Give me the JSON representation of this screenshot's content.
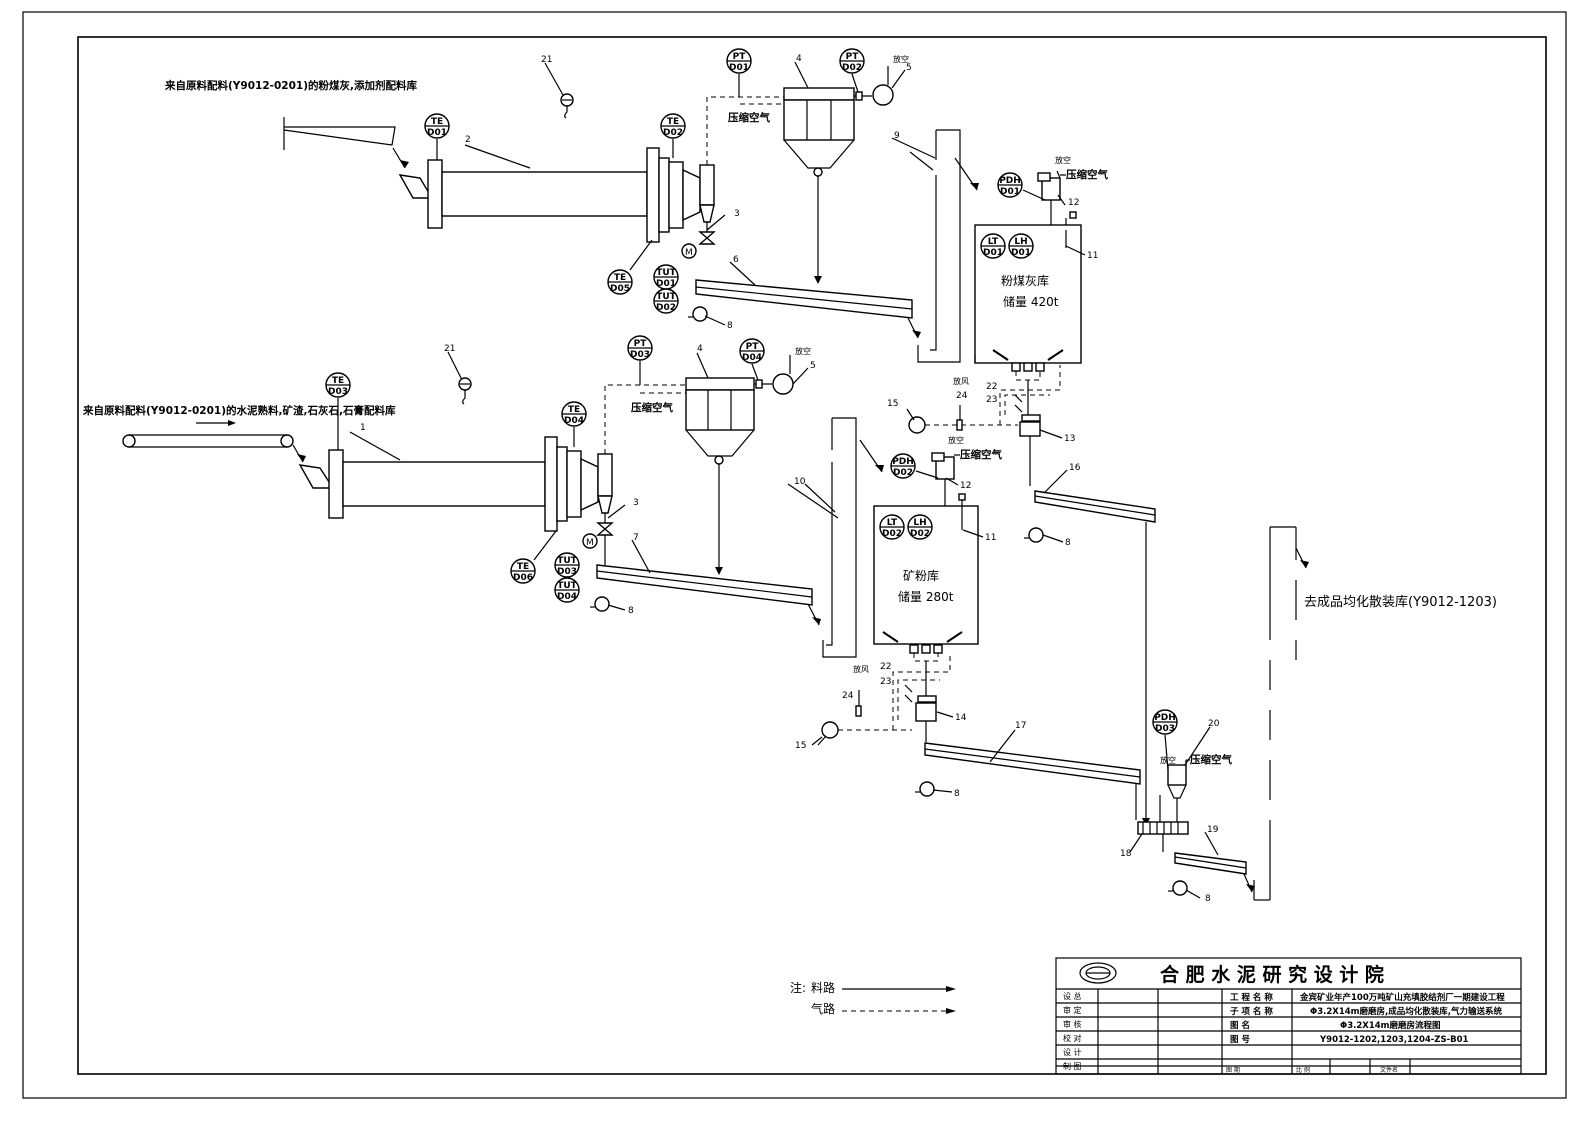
{
  "diagram": {
    "inputs": {
      "top": "来自原料配料(Y9012-0201)的粉煤灰,添加剂配料库",
      "bottom": "来自原料配料(Y9012-0201)的水泥熟料,矿渣,石灰石,石膏配料库"
    },
    "output": "去成品均化散装库(Y9012-1203)",
    "air_label": "压缩空气",
    "vent_label": "放空",
    "bleed_label": "放风",
    "silos": [
      {
        "name": "粉煤灰库",
        "capacity": "储量  420t"
      },
      {
        "name": "矿粉库",
        "capacity": "储量  280t"
      }
    ],
    "instruments": {
      "te_d01": "TE|D01",
      "te_d02": "TE|D02",
      "te_d03": "TE|D03",
      "te_d04": "TE|D04",
      "te_d05": "TE|D05",
      "te_d06": "TE|D06",
      "tut_d01": "TUT|D01",
      "tut_d02": "TUT|D02",
      "tut_d03": "TUT|D03",
      "tut_d04": "TUT|D04",
      "pt_d01": "PT|D01",
      "pt_d02": "PT|D02",
      "pt_d03": "PT|D03",
      "pt_d04": "PT|D04",
      "pdh_d01": "PDH|D01",
      "pdh_d02": "PDH|D02",
      "pdh_d03": "PDH|D03",
      "lt_d01": "LT|D01",
      "lh_d01": "LH|D01",
      "lt_d02": "LT|D02",
      "lh_d02": "LH|D02",
      "motor": "M"
    },
    "numbers": [
      "1",
      "2",
      "3",
      "4",
      "5",
      "6",
      "7",
      "8",
      "9",
      "10",
      "11",
      "12",
      "13",
      "14",
      "15",
      "16",
      "17",
      "18",
      "19",
      "20",
      "21",
      "22",
      "23",
      "24"
    ],
    "legend": {
      "note": "注:",
      "material": "料路",
      "air": "气路"
    }
  },
  "title_block": {
    "institute": "合 肥 水 泥 研 究 设 计 院",
    "rows": [
      {
        "role": "设    总",
        "field": "工 程 名 称",
        "value": "金宾矿业年产100万吨矿山充填胶结剂厂一期建设工程"
      },
      {
        "role": "审    定",
        "field": "子 项 名 称",
        "value": "Φ3.2X14m磨磨房,成品均化散装库,气力输送系统"
      },
      {
        "role": "审    核",
        "field": "图       名",
        "value": "Φ3.2X14m磨磨房流程图"
      },
      {
        "role": "校    对",
        "field": "图       号",
        "value": "Y9012-1202,1203,1204-ZS-B01"
      },
      {
        "role": "设    计",
        "field": "",
        "value": ""
      },
      {
        "role": "制    图",
        "field": "",
        "value": ""
      }
    ],
    "bottom": {
      "date": "图 期",
      "scale": "比 例",
      "sheet": "文件名"
    }
  }
}
